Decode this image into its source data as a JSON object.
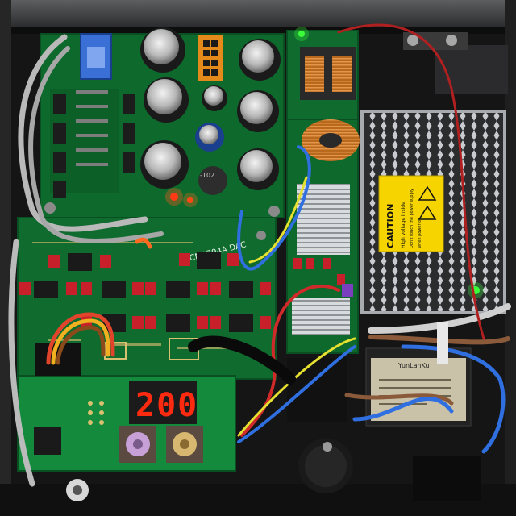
{
  "board_label": "PCM1794A DAC",
  "inductor_marking": "-102",
  "caution_label": {
    "title": "CAUTION",
    "line1": "High voltage inside",
    "line2": "Don't touch the power supply",
    "line3": "when power on"
  },
  "display_digits": "200",
  "filter_brand": "YunLanKu",
  "colors": {
    "pcb": "#0f6b2e",
    "pcb_dark": "#0a4f22",
    "chassis": "#1a1a1a",
    "caution": "#f5d400",
    "led_red": "#ff2a10",
    "relay_red": "#c8202a",
    "heatsink": "#c9ccd0"
  }
}
